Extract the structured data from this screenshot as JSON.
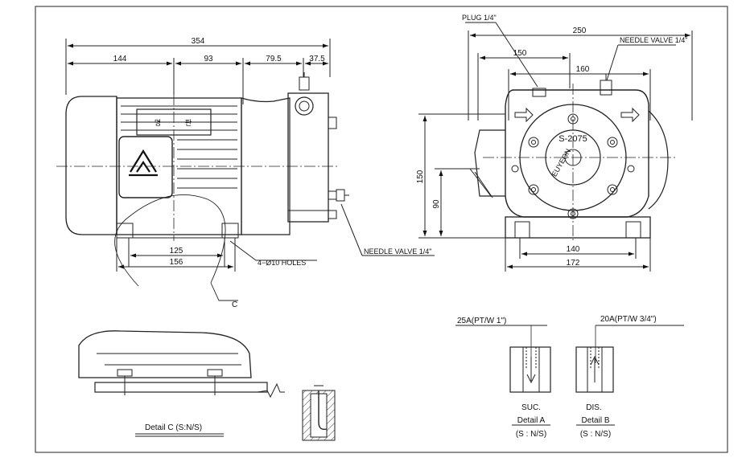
{
  "side_view": {
    "overall_length": "354",
    "segment_1": "144",
    "segment_2": "93",
    "segment_3": "79.5",
    "segment_4": "37.5",
    "nameplate_char_1": "명",
    "nameplate_char_2": "판",
    "foot_inner": "125",
    "foot_outer": "156",
    "holes_label": "4−Ø10 HOLES",
    "needle_valve_label": "NEEDLE VALVE 1/4\"",
    "detail_marker": "C"
  },
  "front_view": {
    "plug_label": "PLUG 1/4\"",
    "needle_valve_label": "NEEDLE VALVE 1/4\"",
    "width_overall": "250",
    "width_150": "150",
    "width_160": "160",
    "height_150": "150",
    "height_90": "90",
    "base_140": "140",
    "base_172": "172",
    "model": "S-2075",
    "brand": "EUYEON"
  },
  "detail_c": {
    "title": "Detail C (S:N/S)"
  },
  "detail_a": {
    "port_label": "25A(PT/W 1\")",
    "flow_label": "SUC.",
    "title": "Detail A",
    "scale": "(S : N/S)"
  },
  "detail_b": {
    "port_label": "20A(PT/W 3/4\")",
    "flow_label": "DIS.",
    "title": "Detail B",
    "scale": "(S : N/S)"
  }
}
